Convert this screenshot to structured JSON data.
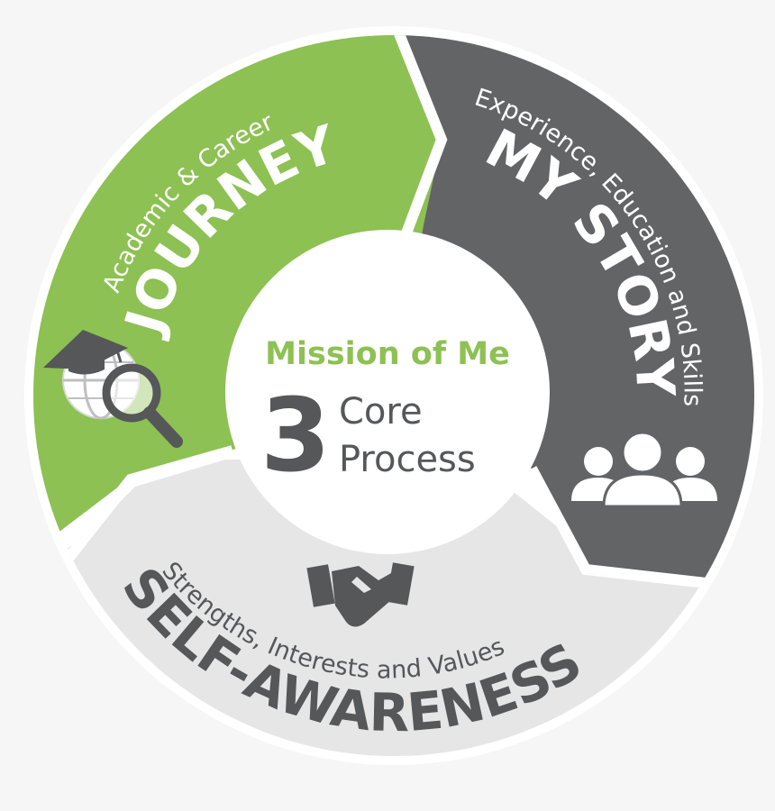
{
  "colors": {
    "background": "#f6f6f6",
    "green": "#8dc153",
    "dark_gray": "#636466",
    "light_gray": "#e6e6e6",
    "white": "#ffffff",
    "text_dark": "#555759",
    "text_light": "#ffffff"
  },
  "center": {
    "title": "Mission of Me",
    "number": "3",
    "line1": "Core",
    "line2": "Process"
  },
  "segments": {
    "journey": {
      "subtitle": "Academic & Career",
      "title": "JOURNEY",
      "icon": "graduation-globe-magnifier-icon"
    },
    "my_story": {
      "subtitle": "Experience, Education and Skills",
      "title": "MY STORY",
      "icon": "people-group-icon"
    },
    "self_awareness": {
      "subtitle": "Strengths, Interests and Values",
      "title": "SELF-AWARENESS",
      "icon": "handshake-icon"
    }
  }
}
